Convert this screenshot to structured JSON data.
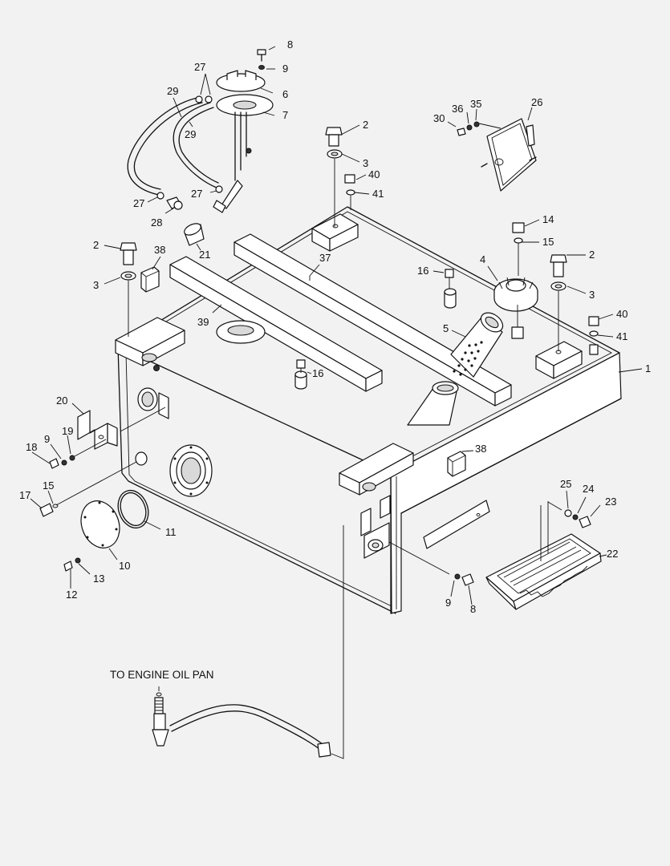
{
  "diagram": {
    "caption": "TO ENGINE OIL PAN",
    "callouts": [
      {
        "id": "c8a",
        "text": "8"
      },
      {
        "id": "c9a",
        "text": "9"
      },
      {
        "id": "c27a",
        "text": "27"
      },
      {
        "id": "c6",
        "text": "6"
      },
      {
        "id": "c7",
        "text": "7"
      },
      {
        "id": "c29a",
        "text": "29"
      },
      {
        "id": "c29b",
        "text": "29"
      },
      {
        "id": "c2a",
        "text": "2"
      },
      {
        "id": "c3a",
        "text": "3"
      },
      {
        "id": "c40a",
        "text": "40"
      },
      {
        "id": "c41a",
        "text": "41"
      },
      {
        "id": "c27b",
        "text": "27"
      },
      {
        "id": "c27c",
        "text": "27"
      },
      {
        "id": "c28",
        "text": "28"
      },
      {
        "id": "c21",
        "text": "21"
      },
      {
        "id": "c30",
        "text": "30"
      },
      {
        "id": "c36",
        "text": "36"
      },
      {
        "id": "c35",
        "text": "35"
      },
      {
        "id": "c26",
        "text": "26"
      },
      {
        "id": "c14",
        "text": "14"
      },
      {
        "id": "c15a",
        "text": "15"
      },
      {
        "id": "c2b",
        "text": "2"
      },
      {
        "id": "c3b",
        "text": "3"
      },
      {
        "id": "c38a",
        "text": "38"
      },
      {
        "id": "c37",
        "text": "37"
      },
      {
        "id": "c16a",
        "text": "16"
      },
      {
        "id": "c4",
        "text": "4"
      },
      {
        "id": "c2c",
        "text": "2"
      },
      {
        "id": "c3c",
        "text": "3"
      },
      {
        "id": "c39",
        "text": "39"
      },
      {
        "id": "c5",
        "text": "5"
      },
      {
        "id": "c40b",
        "text": "40"
      },
      {
        "id": "c41b",
        "text": "41"
      },
      {
        "id": "c1",
        "text": "1"
      },
      {
        "id": "c16b",
        "text": "16"
      },
      {
        "id": "c20",
        "text": "20"
      },
      {
        "id": "c19",
        "text": "19"
      },
      {
        "id": "c9b",
        "text": "9"
      },
      {
        "id": "c18",
        "text": "18"
      },
      {
        "id": "c38b",
        "text": "38"
      },
      {
        "id": "c15b",
        "text": "15"
      },
      {
        "id": "c17",
        "text": "17"
      },
      {
        "id": "c11",
        "text": "11"
      },
      {
        "id": "c10",
        "text": "10"
      },
      {
        "id": "c13",
        "text": "13"
      },
      {
        "id": "c12",
        "text": "12"
      },
      {
        "id": "c25",
        "text": "25"
      },
      {
        "id": "c24",
        "text": "24"
      },
      {
        "id": "c23",
        "text": "23"
      },
      {
        "id": "c22",
        "text": "22"
      },
      {
        "id": "c9c",
        "text": "9"
      },
      {
        "id": "c8b",
        "text": "8"
      }
    ]
  }
}
